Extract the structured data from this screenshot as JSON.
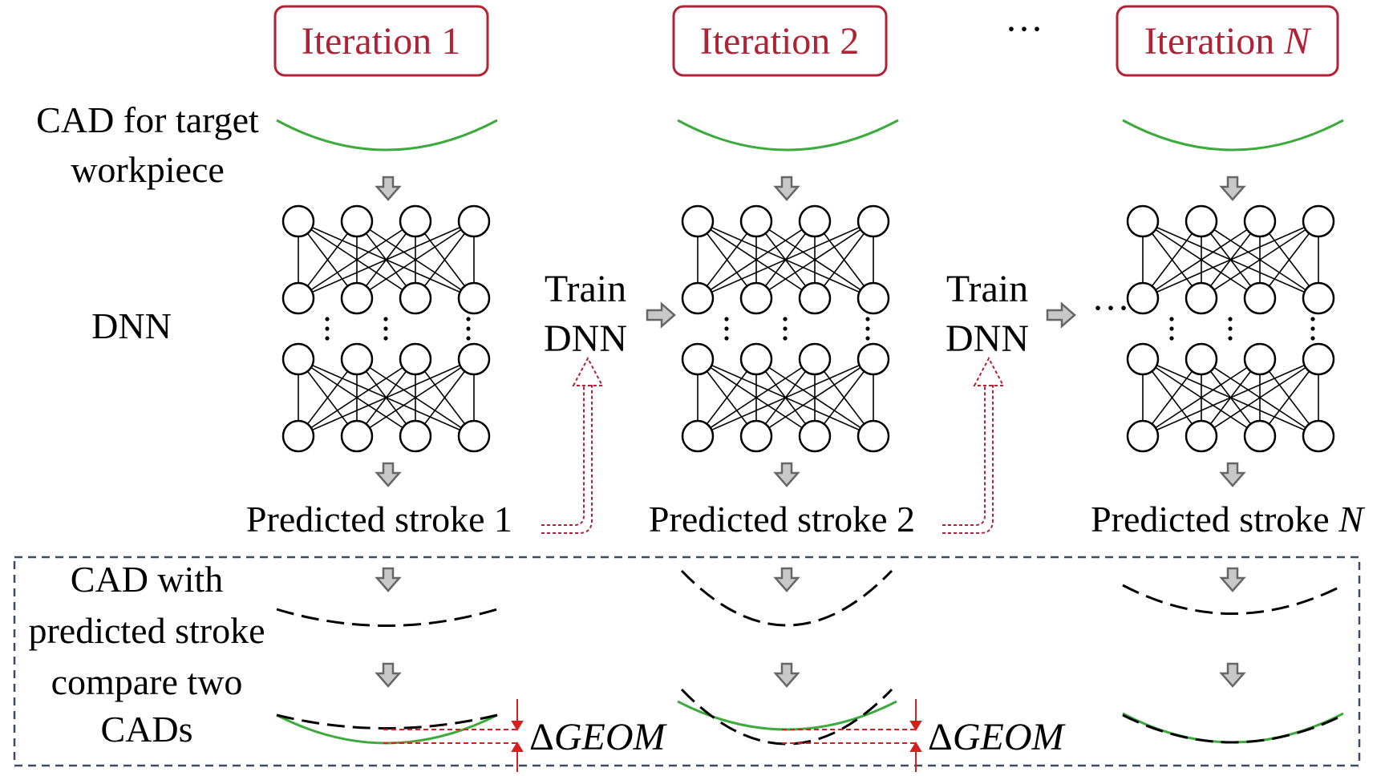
{
  "iterations": [
    {
      "label": "Iteration 1",
      "predicted": "Predicted stroke 1"
    },
    {
      "label": "Iteration 2",
      "predicted": "Predicted stroke 2"
    },
    {
      "label": "Iteration ",
      "label_italic": "N",
      "predicted": "Predicted stroke ",
      "predicted_italic": "N"
    }
  ],
  "ellipsis": "···",
  "labels": {
    "cad_target_line1": "CAD for target",
    "cad_target_line2": "workpiece",
    "dnn": "DNN",
    "cad_pred_line1": "CAD with",
    "cad_pred_line2": "predicted stroke",
    "compare_line1": "compare two",
    "compare_line2": "CADs"
  },
  "train": {
    "line1": "Train",
    "line2": "DNN"
  },
  "delta": {
    "symbol": "Δ",
    "text": "GEOM"
  },
  "colors": {
    "iteration_border": "#b22234",
    "target_curve": "#3daa3d",
    "predicted_curve": "#000000",
    "arrow_fill": "#c8c8c8",
    "arrow_stroke": "#666666",
    "feedback_arrow": "#b22234",
    "dashed_box": "#3c4a64"
  }
}
